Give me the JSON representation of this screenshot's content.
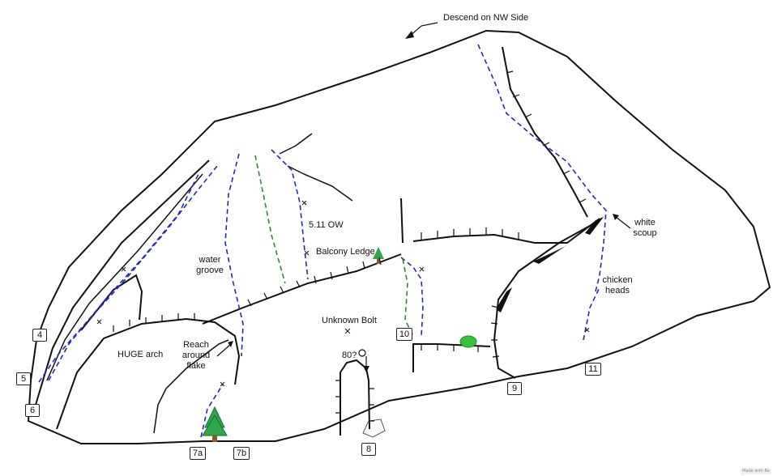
{
  "labels": {
    "descend": "Descend on NW Side",
    "water_groove": "water\ngroove",
    "five_eleven": "5.11 OW",
    "balcony_ledge": "Balcony Ledge",
    "huge_arch": "HUGE arch",
    "reach_around": "Reach\naround\nflake",
    "unknown_bolt": "Unknown Bolt",
    "eighty": "80?",
    "white_scoup": "white\nscoup",
    "chicken_heads": "chicken\nheads"
  },
  "route_numbers": [
    "4",
    "5",
    "6",
    "7a",
    "7b",
    "8",
    "9",
    "10",
    "11"
  ],
  "colors": {
    "rock_outline": "#111111",
    "route_blue": "#1f2bb3",
    "route_green": "#2e8b2e",
    "tree_green": "#2ea84a",
    "bush_green": "#38c238",
    "trunk_brown": "#8b5a2b"
  },
  "watermark": "Made with Be"
}
